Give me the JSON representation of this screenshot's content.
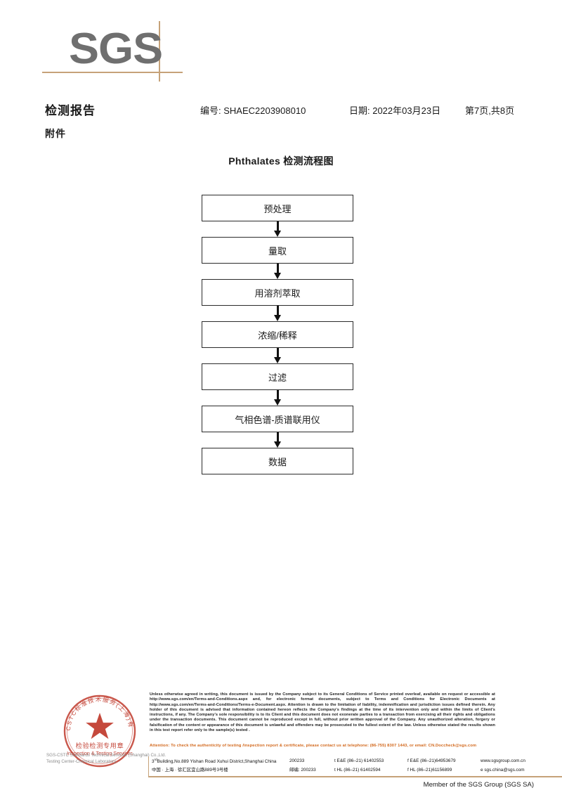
{
  "logo": {
    "text": "SGS",
    "color": "#6f6f6f",
    "rule_color": "#c6a279"
  },
  "header": {
    "title": "检测报告",
    "attachment_label": "附件",
    "report_no": "编号: SHAEC2203908010",
    "date": "日期: 2022年03月23日",
    "page": "第7页,共8页"
  },
  "flowchart": {
    "title": "Phthalates 检测流程图",
    "steps": [
      {
        "label": "预处理"
      },
      {
        "label": "量取"
      },
      {
        "label": "用溶剂萃取"
      },
      {
        "label": "浓缩/稀释"
      },
      {
        "label": "过滤"
      },
      {
        "label": "气相色谱-质谱联用仪"
      },
      {
        "label": "数据"
      }
    ]
  },
  "stamp": {
    "arc_text": "SGS-CSTC标准技术服务(上海)有限公司",
    "line1": "检验检测专用章",
    "line2": "Inspection & Testing Services",
    "color": "#c0392b",
    "overlay": "SGS-CSTC Standards Technical Services (Shanghai) Co.,Ltd. Testing Center-Chemical Laboratory."
  },
  "footer": {
    "legal": "Unless otherwise agreed in writing, this document is issued by the Company subject to its General Conditions of Service printed overleaf, available on request or accessible at http://www.sgs.com/en/Terms-and-Conditions.aspx and, for electronic format documents, subject to Terms and Conditions for Electronic Documents at http://www.sgs.com/en/Terms-and-Conditions/Terms-e-Document.aspx. Attention is drawn to the limitation of liability, indemnification and jurisdiction issues defined therein. Any holder of this document is advised that information contained hereon reflects the Company's findings at the time of its intervention only and within the limits of Client's instructions, if any. The Company's sole responsibility is to its Client and this document does not exonerate parties to a transaction from exercising all their rights and obligations under the transaction documents. This document cannot be reproduced except in full, without prior written approval of the Company. Any unauthorized alteration, forgery or falsification of the content or appearance of this document is unlawful and offenders may be prosecuted to the fullest extent of the law. Unless otherwise stated the results shown in this test report refer only to the sample(s) tested .",
    "attention": "Attention: To check the authenticity of testing /inspection report & certificate, please contact us at telephone: (86-755) 8307 1443, or email: CN.Doccheck@sgs.com",
    "attention_color": "#d2691e",
    "address_en": "Building,No.889 Yishan Road Xuhui District,Shanghai China",
    "address_en_prefix": "3",
    "address_en_sup": "rd",
    "address_cn": "中国 · 上海 · 徐汇区宜山路889号3号楼",
    "zip_en": "200233",
    "zip_cn_label": "邮编:",
    "zip_cn": "200233",
    "tel_row1": "t E&E (86–21) 61402553",
    "fax_row1": "f E&E (86–21)64953679",
    "tel_row2": "t HL (86–21) 61402594",
    "fax_row2": "f HL (86–21)61156899",
    "website": "www.sgsgroup.com.cn",
    "email": "e  sgs.china@sgs.com",
    "member": "Member of the SGS Group (SGS SA)"
  }
}
